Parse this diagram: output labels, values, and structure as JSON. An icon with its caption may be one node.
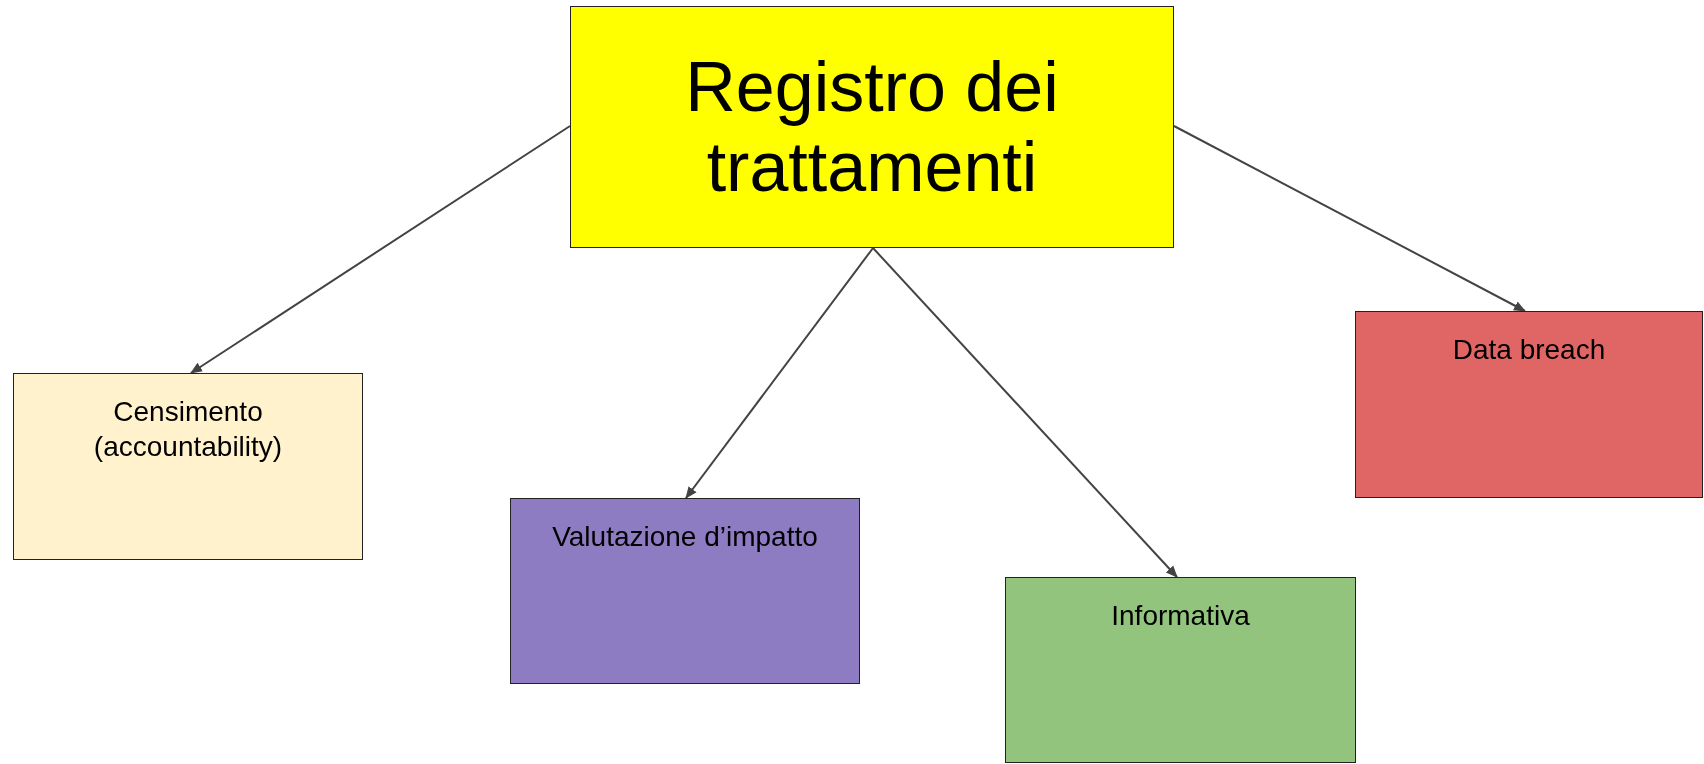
{
  "diagram": {
    "nodes": [
      {
        "text": [
          "Registro dei trattamenti"
        ]
      },
      {
        "text": [
          "Censimento (accountability)"
        ]
      },
      {
        "text": [
          "Valutazione d’impatto"
        ]
      },
      {
        "text": [
          "Informativa"
        ]
      },
      {
        "text": [
          "Data breach"
        ]
      }
    ],
    "edges": [
      {
        "from": 0,
        "to": 1,
        "arrow": "to"
      },
      {
        "from": 0,
        "to": 2,
        "arrow": "to"
      },
      {
        "from": 0,
        "to": 3,
        "arrow": "to"
      },
      {
        "from": 0,
        "to": 4,
        "arrow": "to"
      }
    ]
  }
}
